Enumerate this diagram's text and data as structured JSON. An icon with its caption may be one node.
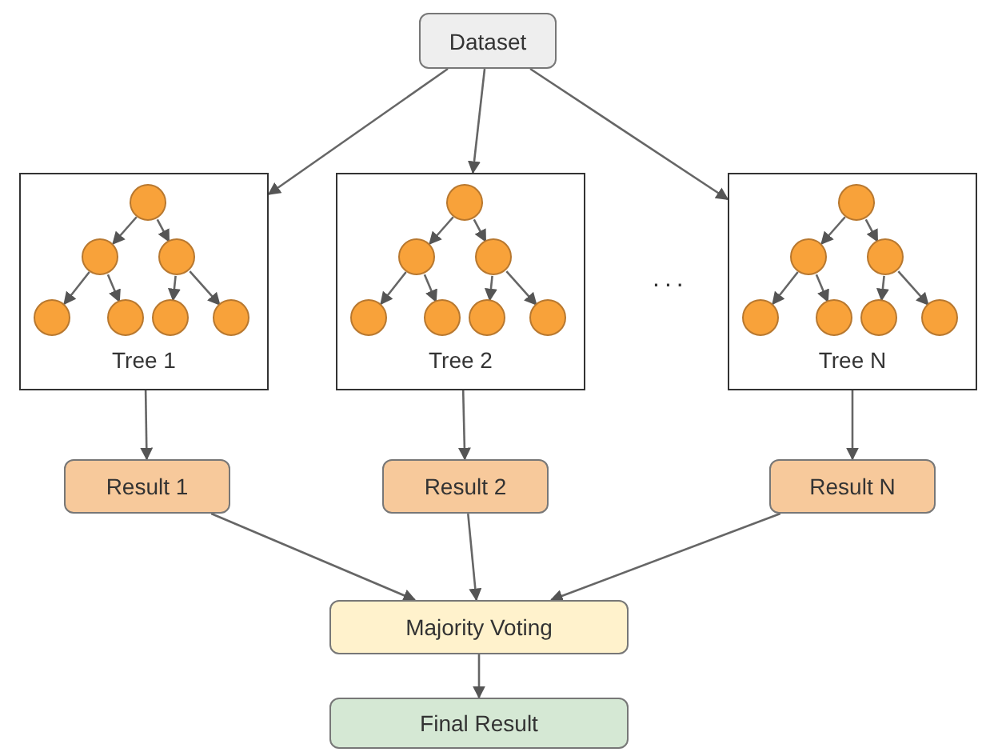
{
  "diagram": {
    "nodes": [
      {
        "text": [
          "Dataset"
        ]
      },
      {
        "text": [
          "Tree 1"
        ]
      },
      {
        "text": [],
        "shape": "circle",
        "in": 1
      },
      {
        "text": [],
        "shape": "circle",
        "in": 1
      },
      {
        "text": [],
        "shape": "circle",
        "in": 1
      },
      {
        "text": [],
        "shape": "circle",
        "in": 1
      },
      {
        "text": [],
        "shape": "circle",
        "in": 1
      },
      {
        "text": [],
        "shape": "circle",
        "in": 1
      },
      {
        "text": [],
        "shape": "circle",
        "in": 1
      },
      {
        "text": [
          "Tree 2"
        ]
      },
      {
        "text": [],
        "shape": "circle",
        "in": 9
      },
      {
        "text": [],
        "shape": "circle",
        "in": 9
      },
      {
        "text": [],
        "shape": "circle",
        "in": 9
      },
      {
        "text": [],
        "shape": "circle",
        "in": 9
      },
      {
        "text": [],
        "shape": "circle",
        "in": 9
      },
      {
        "text": [],
        "shape": "circle",
        "in": 9
      },
      {
        "text": [],
        "shape": "circle",
        "in": 9
      },
      {
        "text": [
          "Tree N"
        ]
      },
      {
        "text": [],
        "shape": "circle",
        "in": 17
      },
      {
        "text": [],
        "shape": "circle",
        "in": 17
      },
      {
        "text": [],
        "shape": "circle",
        "in": 17
      },
      {
        "text": [],
        "shape": "circle",
        "in": 17
      },
      {
        "text": [],
        "shape": "circle",
        "in": 17
      },
      {
        "text": [],
        "shape": "circle",
        "in": 17
      },
      {
        "text": [],
        "shape": "circle",
        "in": 17
      },
      {
        "text": [
          "Result 1"
        ]
      },
      {
        "text": [
          "Result 2"
        ]
      },
      {
        "text": [
          "Result N"
        ]
      },
      {
        "text": [
          "Majority Voting"
        ]
      },
      {
        "text": [
          "Final Result"
        ]
      }
    ],
    "edges": [
      {
        "from": 0,
        "to": 1,
        "arrow": "to"
      },
      {
        "from": 0,
        "to": 9,
        "arrow": "to"
      },
      {
        "from": 0,
        "to": 17,
        "arrow": "to"
      },
      {
        "from": 2,
        "to": 3,
        "arrow": "to"
      },
      {
        "from": 2,
        "to": 4,
        "arrow": "to"
      },
      {
        "from": 3,
        "to": 5,
        "arrow": "to"
      },
      {
        "from": 3,
        "to": 6,
        "arrow": "to"
      },
      {
        "from": 4,
        "to": 7,
        "arrow": "to"
      },
      {
        "from": 4,
        "to": 8,
        "arrow": "to"
      },
      {
        "from": 10,
        "to": 11,
        "arrow": "to"
      },
      {
        "from": 10,
        "to": 12,
        "arrow": "to"
      },
      {
        "from": 11,
        "to": 13,
        "arrow": "to"
      },
      {
        "from": 11,
        "to": 14,
        "arrow": "to"
      },
      {
        "from": 12,
        "to": 15,
        "arrow": "to"
      },
      {
        "from": 12,
        "to": 16,
        "arrow": "to"
      },
      {
        "from": 18,
        "to": 19,
        "arrow": "to"
      },
      {
        "from": 18,
        "to": 20,
        "arrow": "to"
      },
      {
        "from": 19,
        "to": 21,
        "arrow": "to"
      },
      {
        "from": 19,
        "to": 22,
        "arrow": "to"
      },
      {
        "from": 20,
        "to": 23,
        "arrow": "to"
      },
      {
        "from": 20,
        "to": 24,
        "arrow": "to"
      },
      {
        "from": 1,
        "to": 25,
        "arrow": "to"
      },
      {
        "from": 9,
        "to": 26,
        "arrow": "to"
      },
      {
        "from": 17,
        "to": 27,
        "arrow": "to"
      },
      {
        "from": 25,
        "to": 28,
        "arrow": "to"
      },
      {
        "from": 26,
        "to": 28,
        "arrow": "to"
      },
      {
        "from": 27,
        "to": 28,
        "arrow": "to"
      },
      {
        "from": 28,
        "to": 29,
        "arrow": "to"
      }
    ],
    "labels": [
      "..."
    ]
  }
}
